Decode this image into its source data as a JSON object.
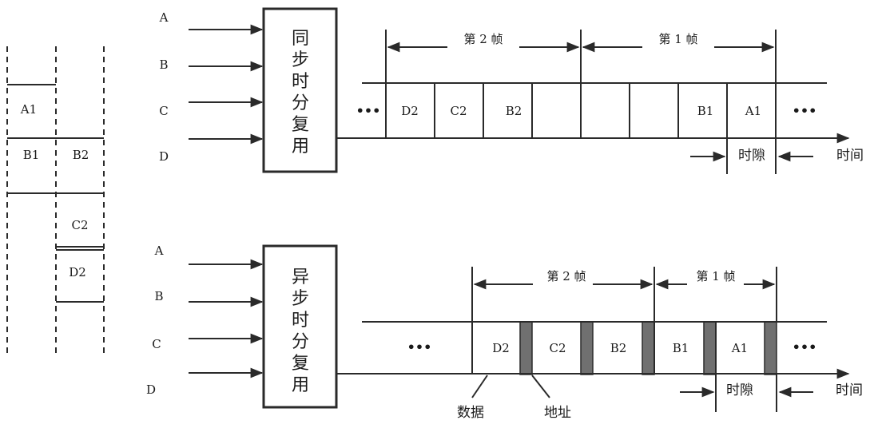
{
  "left_slots": {
    "labels": [
      "A1",
      "B1",
      "B2",
      "C2",
      "D2"
    ]
  },
  "sync": {
    "inputs": [
      "A",
      "B",
      "C",
      "D"
    ],
    "box_chars": [
      "同",
      "步",
      "时",
      "分",
      "复",
      "用"
    ],
    "frames": [
      "第 2 帧",
      "第 1 帧"
    ],
    "slots": [
      "D2",
      "C2",
      "B2",
      "",
      "",
      "",
      "B1",
      "A1"
    ],
    "ellipsis": "•••",
    "slot_label": "时隙",
    "time_label": "时间"
  },
  "async": {
    "inputs": [
      "A",
      "B",
      "C",
      "D"
    ],
    "box_chars": [
      "异",
      "步",
      "时",
      "分",
      "复",
      "用"
    ],
    "frames": [
      "第 2 帧",
      "第 1 帧"
    ],
    "slots": [
      "D2",
      "C2",
      "B2",
      "B1",
      "A1"
    ],
    "ellipsis": "•••",
    "slot_label": "时隙",
    "time_label": "时间",
    "data_label": "数据",
    "address_label": "地址"
  },
  "colors": {
    "line": "#2a2a2a",
    "address_fill": "#707070"
  }
}
